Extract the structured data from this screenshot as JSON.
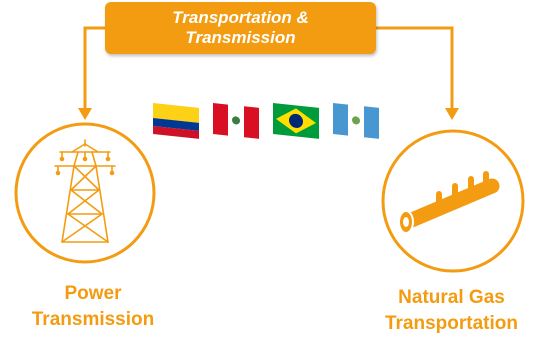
{
  "header": {
    "line1": "Transportation &",
    "line2": "Transmission"
  },
  "left": {
    "label_line1": "Power",
    "label_line2": "Transmission",
    "icon": "transmission-tower-icon"
  },
  "right": {
    "label_line1": "Natural Gas",
    "label_line2": "Transportation",
    "icon": "gas-pipeline-icon"
  },
  "flags": [
    "Colombia",
    "Peru",
    "Brazil",
    "Guatemala"
  ],
  "colors": {
    "accent": "#f39c12",
    "background": "#ffffff"
  }
}
